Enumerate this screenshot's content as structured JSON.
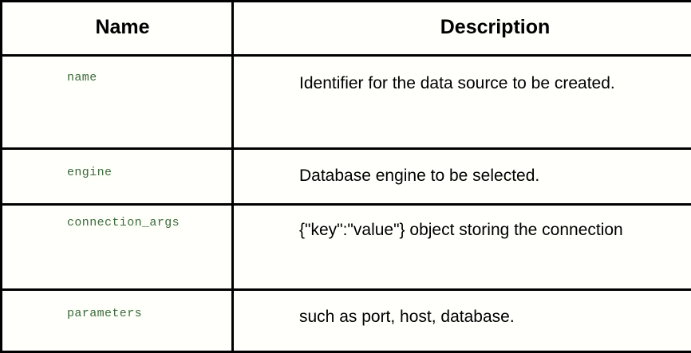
{
  "table": {
    "columns": [
      {
        "key": "name",
        "label": "Name"
      },
      {
        "key": "description",
        "label": "Description"
      }
    ],
    "colors": {
      "border": "#000000",
      "code_text": "#3d6b3d",
      "code_background": "#fffffa",
      "cell_background": "#fffffc",
      "body_text": "#000000"
    },
    "rows": [
      {
        "id": "name",
        "name": "name",
        "description": "Identifier for the data source to be created."
      },
      {
        "id": "engine",
        "name": "engine",
        "description": "Database engine to be selected."
      },
      {
        "id": "connection_args",
        "name": "connection_args",
        "description": "{\"key\":\"value\"} object storing the connection"
      },
      {
        "id": "parameters",
        "name": "parameters",
        "description": "such as port, host, database."
      }
    ]
  }
}
